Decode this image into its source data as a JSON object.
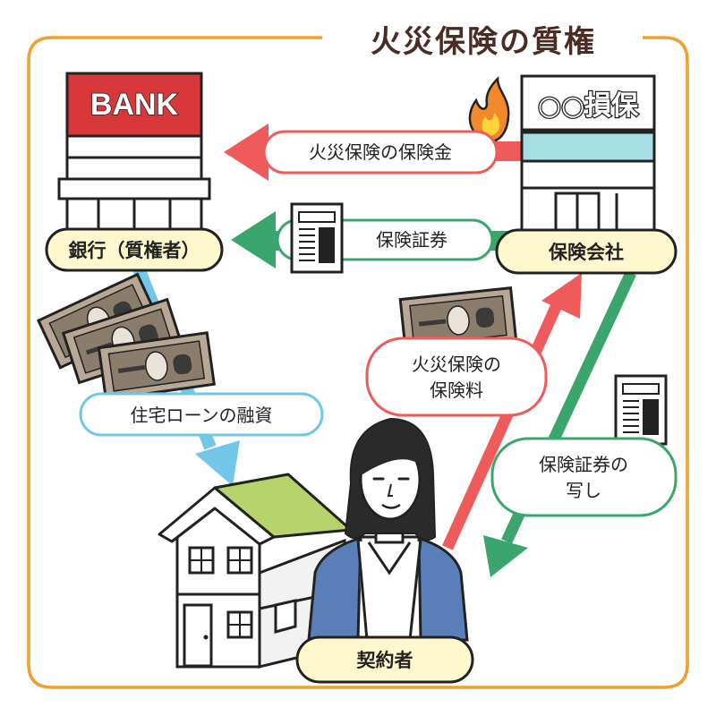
{
  "title": "火災保険の質権",
  "bank": {
    "sign": "BANK",
    "label": "銀行（質権者）"
  },
  "insurer": {
    "sign": "○○損保",
    "label": "保険会社"
  },
  "contractor": {
    "label": "契約者"
  },
  "flows": {
    "payout": "火災保険の保険金",
    "certificate": "保険証券",
    "loan": "住宅ローンの融資",
    "premium": [
      "火災保険の",
      "保険料"
    ],
    "copy": [
      "保険証券の",
      "写し"
    ]
  },
  "colors": {
    "frame": "#f0a030",
    "red_arrow": "#ef5b5b",
    "green_arrow": "#3aa66c",
    "blue_arrow": "#72c6e8",
    "bank_sign": "#d9383a",
    "insurer_stripe": "#a6dfe3",
    "pill": "#fff8cf",
    "roof": "#b6d36c",
    "jacket": "#5a7fb8",
    "banknote": "#b7a896"
  },
  "icons": [
    "flame-icon",
    "document-icon",
    "banknote-icon",
    "house-icon",
    "person-icon"
  ]
}
